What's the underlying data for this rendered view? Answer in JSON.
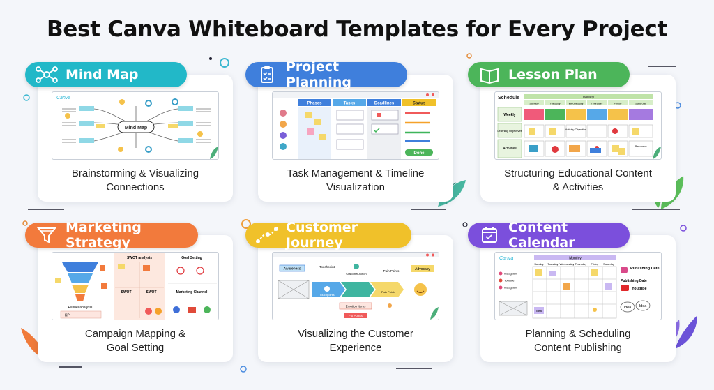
{
  "page": {
    "title": "Best Canva Whiteboard Templates for Every Project"
  },
  "colors": {
    "mind_map": "#22b8c8",
    "project_planning": "#3f7fdc",
    "lesson_plan": "#4cb55a",
    "marketing_strategy": "#f27a3c",
    "customer_journey": "#f0c12a",
    "content_calendar": "#7b4fdc"
  },
  "cards": [
    {
      "title": "Mind Map",
      "icon": "mind-map-icon",
      "caption_line1": "Brainstorming & Visualizing",
      "caption_line2": "Connections",
      "preview": {
        "logo": "Canva",
        "center": "Mind Map"
      }
    },
    {
      "title": "Project Planning",
      "icon": "clipboard-icon",
      "caption_line1": "Task Management & Timeline",
      "caption_line2": "Visualization",
      "preview": {
        "col1": "Phases",
        "col2": "Tasks",
        "col3": "Deadlines",
        "col4": "Status",
        "status_done": "Done"
      }
    },
    {
      "title": "Lesson Plan",
      "icon": "book-icon",
      "caption_line1": "Structuring Educational Content",
      "caption_line2": "& Activities",
      "preview": {
        "schedule": "Schedule",
        "weekly_header": "Weekly",
        "days": [
          "Sunday",
          "Tuesday",
          "Wednesday",
          "Thursday",
          "Friday",
          "Saturday"
        ],
        "row1": "Weekly",
        "row2": "Learning Objectives",
        "row3": "Activities",
        "cell_activity": "Activity Objective",
        "cell_resource": "Resource"
      }
    },
    {
      "title": "Marketing Strategy",
      "icon": "funnel-icon",
      "caption_line1": "Campaign Mapping &",
      "caption_line2": "Goal Setting",
      "preview": {
        "swot_title": "SWOT analysis",
        "swot": "SWOT",
        "swot2": "SWOT",
        "goal": "Goal Setting",
        "channel": "Marketing Channel",
        "funnel": "Funnel analysis",
        "kpi": "KPI"
      }
    },
    {
      "title": "Customer Journey",
      "icon": "journey-icon",
      "caption_line1": "Visualizing the Customer",
      "caption_line2": "Experience",
      "preview": {
        "awareness": "Awareness",
        "touchpoint": "Touchpoint",
        "action": "Customer Action",
        "pain": "Pain Points",
        "advocacy": "Advocacy",
        "touchpoints": "Touchpoints",
        "pain2": "Pain Points",
        "emotion": "Emotion Items",
        "fix": "Fix Points"
      }
    },
    {
      "title": "Content Calendar",
      "icon": "calendar-icon",
      "caption_line1": "Planning & Scheduling",
      "caption_line2": "Content Publishing",
      "preview": {
        "logo": "Canva",
        "month": "Monthly",
        "days": [
          "Sunday",
          "Tuesday",
          "Wednesday",
          "Thursday",
          "Friday",
          "Saturday"
        ],
        "legend_pub": "Publishing Date",
        "legend_pub2": "Publishing Date",
        "legend_yt": "Youtube",
        "social1": "Instagram",
        "social2": "Youtube",
        "social3": "Instagram",
        "idea1": "Idea",
        "idea2": "idea",
        "sticky": "Idea"
      }
    }
  ]
}
